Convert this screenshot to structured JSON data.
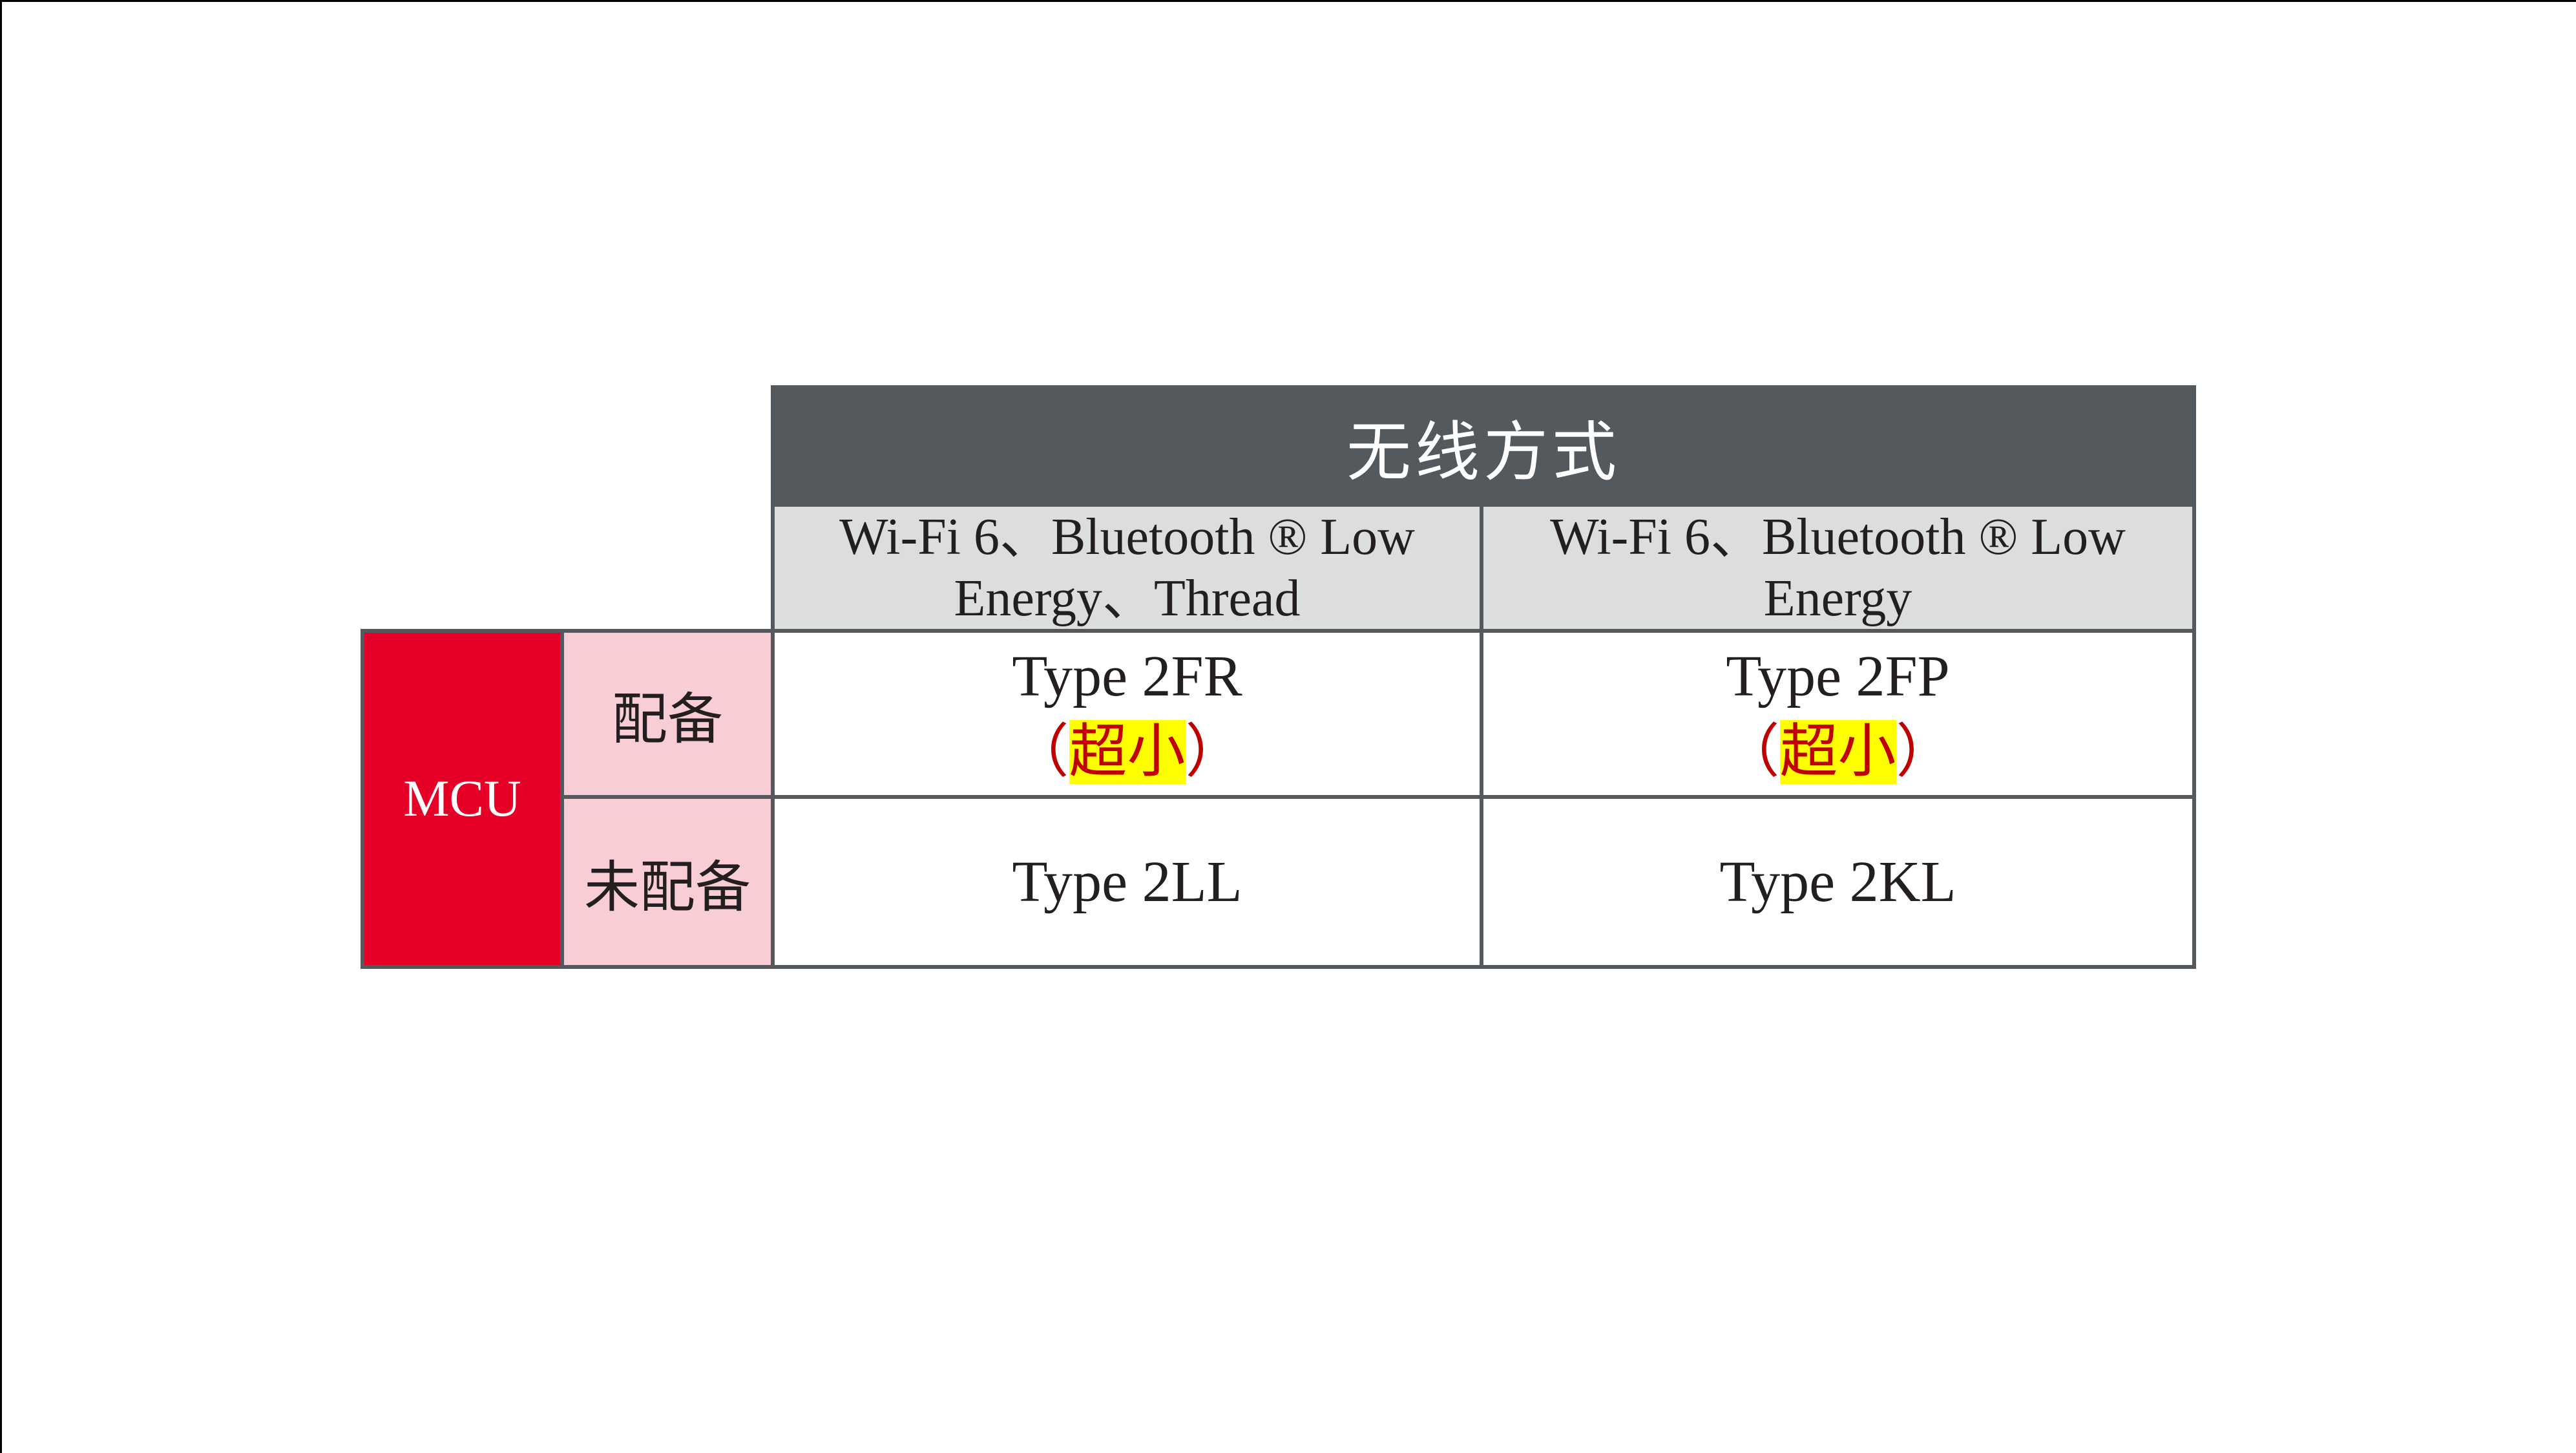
{
  "table": {
    "header": {
      "title": "无线方式"
    },
    "sub_headers": [
      {
        "line1": "Wi-Fi 6、Bluetooth ® Low",
        "line2": "Energy、Thread"
      },
      {
        "line1": "Wi-Fi 6、Bluetooth ® Low",
        "line2": "Energy"
      }
    ],
    "row_group": {
      "label": "MCU"
    },
    "rows": [
      {
        "label": "配备",
        "cells": [
          {
            "name": "Type 2FR",
            "note_open": "（",
            "note": "超小",
            "note_close": "）"
          },
          {
            "name": "Type 2FP",
            "note_open": "（",
            "note": "超小",
            "note_close": "）"
          }
        ]
      },
      {
        "label": "未配备",
        "cells": [
          {
            "name": "Type 2LL"
          },
          {
            "name": "Type 2KL"
          }
        ]
      }
    ]
  },
  "colors": {
    "header_bg": "#53595C",
    "subheader_bg": "#DCDDDD",
    "mcu_bg": "#E60028",
    "row_label_bg": "#F8CDD3",
    "note_text": "#C00000",
    "note_highlight_bg": "#FFFF00"
  }
}
